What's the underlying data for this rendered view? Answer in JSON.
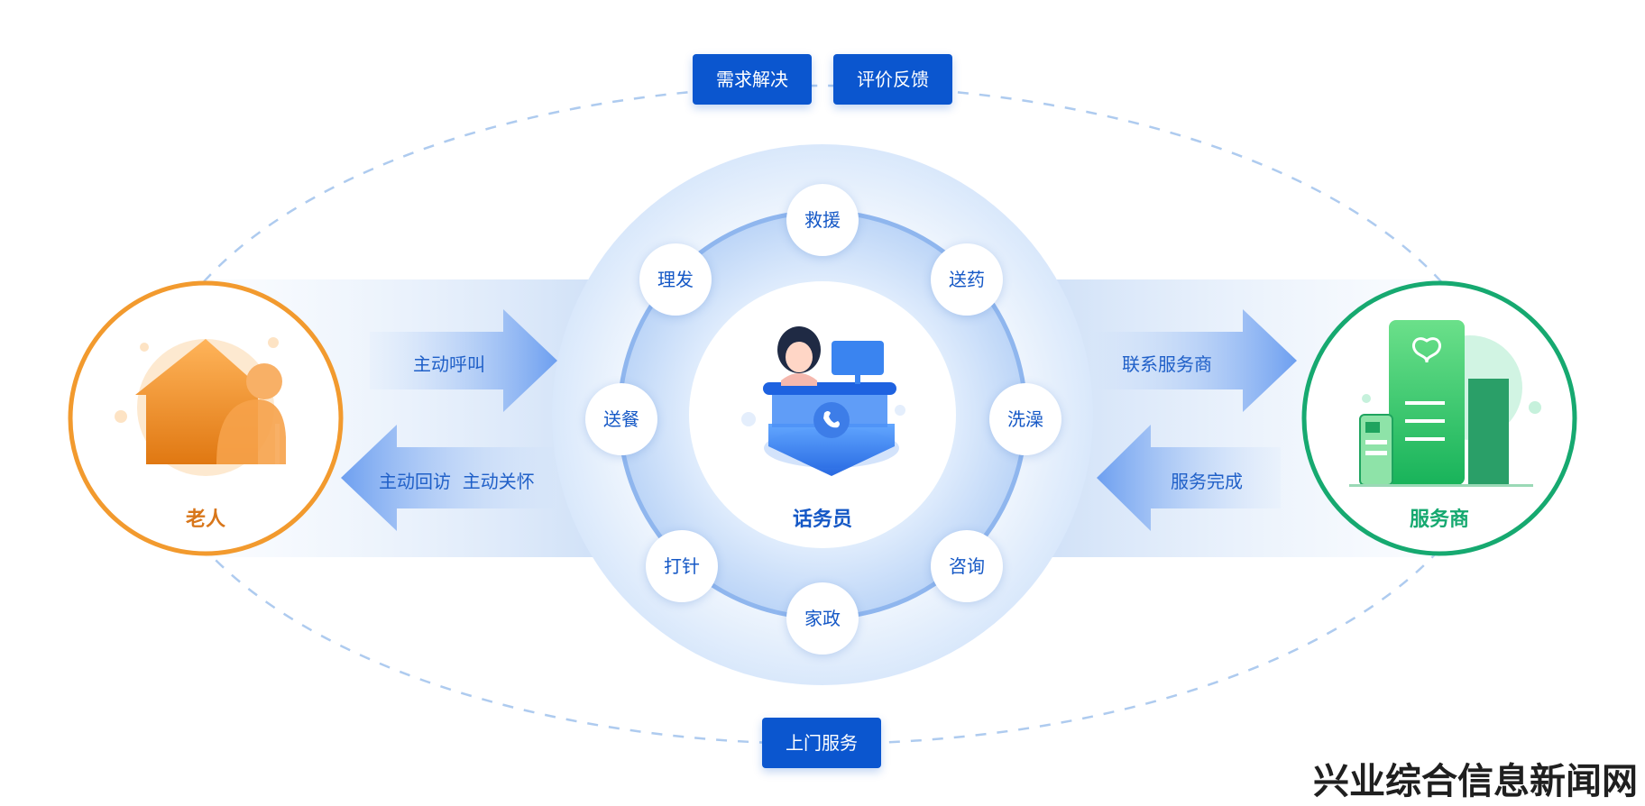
{
  "top_tags": [
    "需求解决",
    "评价反馈"
  ],
  "bottom_tag": "上门服务",
  "center": {
    "label": "话务员"
  },
  "services": [
    "救援",
    "送药",
    "洗澡",
    "咨询",
    "家政",
    "打针",
    "送餐",
    "理发"
  ],
  "left_party": {
    "label": "老人",
    "color": "#f29a2e",
    "label_color": "#d8761a"
  },
  "right_party": {
    "label": "服务商",
    "color": "#16a970",
    "label_color": "#16a970"
  },
  "left_arrows": {
    "outgoing": "主动呼叫",
    "returning": "主动回访  主动关怀"
  },
  "right_arrows": {
    "outgoing": "联系服务商",
    "returning": "服务完成"
  },
  "colors": {
    "primary_blue": "#0b56cf",
    "text_blue": "#1558c6",
    "ring_blue": "#8fb6ee"
  },
  "watermark": "兴业综合信息新闻网"
}
